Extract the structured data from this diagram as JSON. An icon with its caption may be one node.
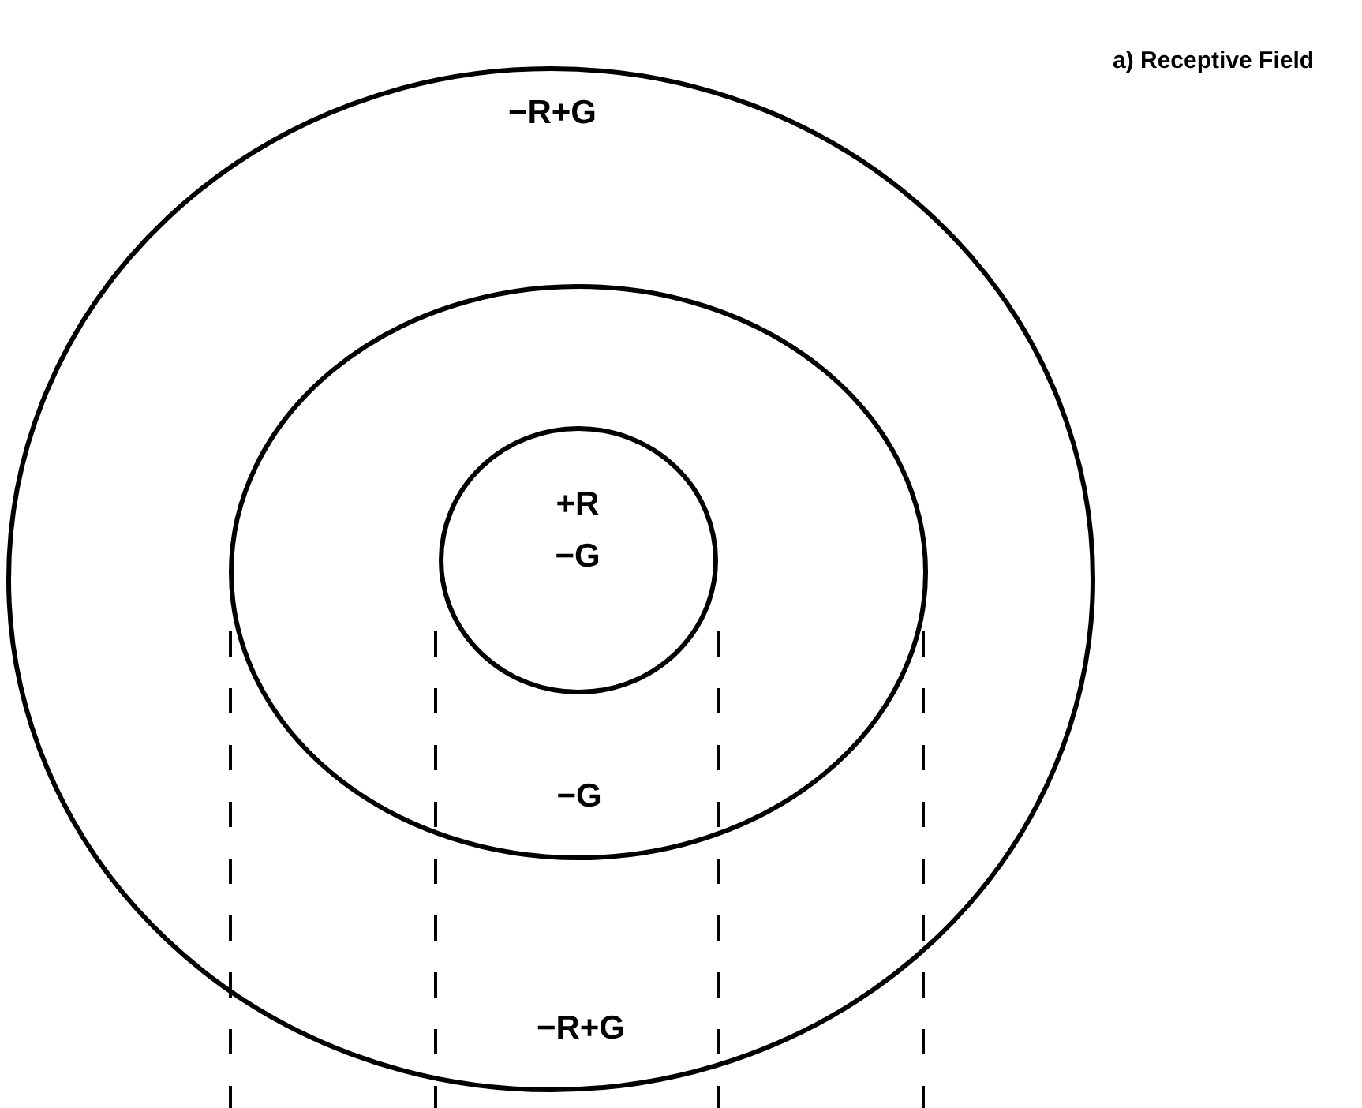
{
  "diagram": {
    "title": "a) Receptive Field",
    "nodes": [
      {
        "text": [
          "−R+G",
          "−R+G"
        ]
      },
      {
        "text": [
          "−G"
        ],
        "in": 0
      },
      {
        "text": [
          "+R",
          "−G"
        ],
        "in": 1
      }
    ]
  }
}
